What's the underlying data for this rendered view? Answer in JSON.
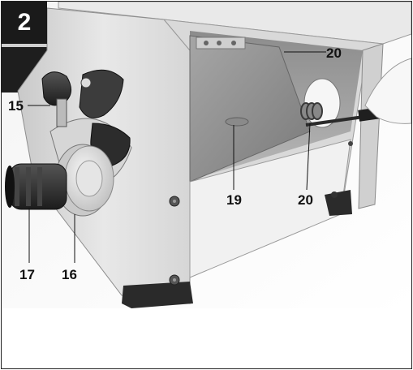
{
  "figure": {
    "number": "2"
  },
  "callouts": {
    "c15": "15",
    "c16": "16",
    "c17": "17",
    "c19": "19",
    "c20_top": "20",
    "c20_bottom": "20"
  }
}
